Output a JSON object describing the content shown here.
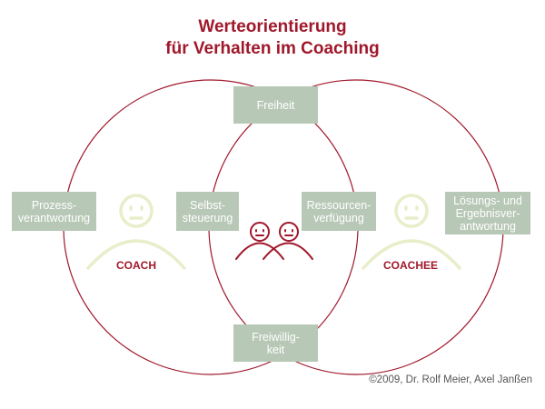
{
  "title": {
    "line1": "Werteorientierung",
    "line2": "für Verhalten im Coaching"
  },
  "boxes": {
    "freiheit": "Freiheit",
    "prozess": [
      "Prozess-",
      "verantwortung"
    ],
    "selbst": [
      "Selbst-",
      "steuerung"
    ],
    "ressourcen": [
      "Ressourcen-",
      "verfügung"
    ],
    "loesung": [
      "Lösungs- und",
      "Ergebnisver-",
      "antwortung"
    ],
    "freiwillig": [
      "Freiwillig-",
      "keit"
    ]
  },
  "roles": {
    "coach": "COACH",
    "coachee": "COACHEE"
  },
  "copyright": "©2009, Dr. Rolf Meier, Axel Janßen",
  "colors": {
    "accent": "#a0182b",
    "box": "#b8c8b6",
    "figure": "#e9edc9"
  },
  "icons": [
    "coach-figure-icon",
    "coachee-figure-icon",
    "pair-figure-icon"
  ]
}
